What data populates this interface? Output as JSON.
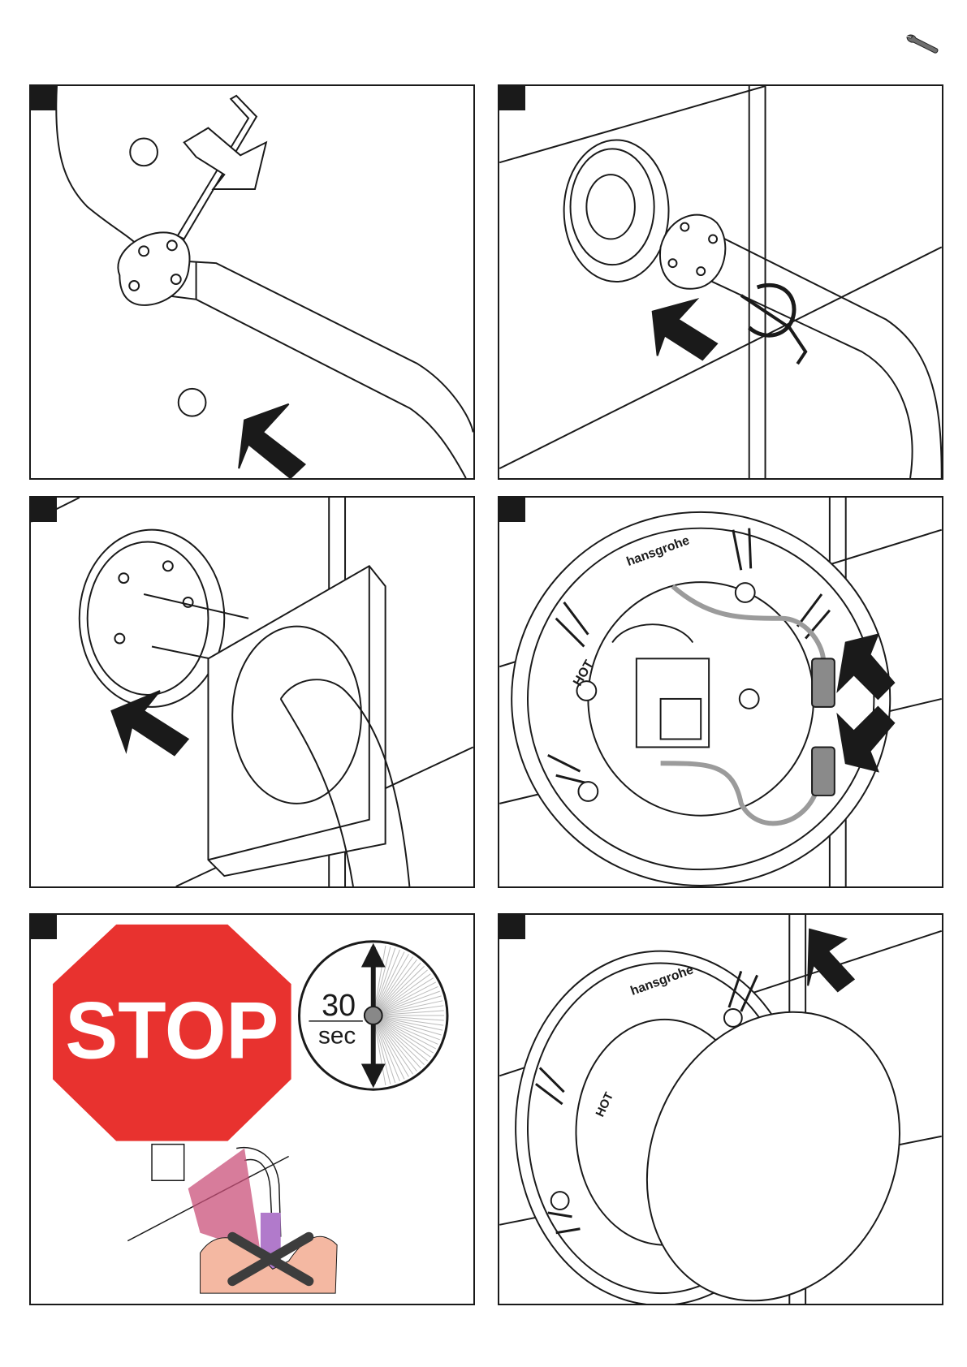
{
  "page": {
    "header_icon": "wrench-icon"
  },
  "steps": [
    {
      "number": "",
      "icon": "hex-key-install-icon"
    },
    {
      "number": "",
      "icon": "hex-key-tighten-icon"
    },
    {
      "number": "",
      "icon": "wall-plate-slide-icon"
    },
    {
      "number": "",
      "icon": "connector-plug-icon"
    },
    {
      "number": "",
      "icon": "stop-wait-icon"
    },
    {
      "number": "",
      "icon": "cover-attach-icon"
    }
  ],
  "labels": {
    "brand": "hansgrohe",
    "hot": "HOT",
    "stop": "STOP",
    "timer_value": "30",
    "timer_unit": "sec"
  },
  "colors": {
    "stop_red": "#e8322f",
    "warning_pink": "#c9507a",
    "water_purple": "#b17acb",
    "hand_skin": "#f4b8a2",
    "cable_grey": "#9b9b9b",
    "line": "#1a1a1a"
  }
}
